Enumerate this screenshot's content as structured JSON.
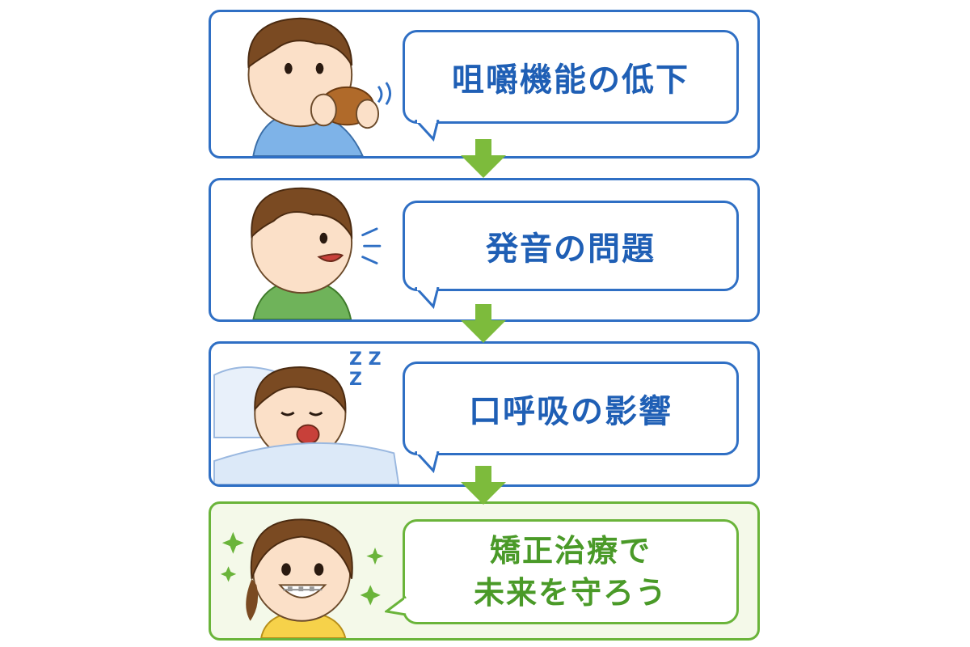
{
  "steps": [
    {
      "text": "咀嚼機能の低下",
      "icon": "child-chewing-icon"
    },
    {
      "text": "発音の問題",
      "icon": "child-speaking-icon"
    },
    {
      "text": "口呼吸の影響",
      "icon": "child-sleeping-mouth-open-icon"
    }
  ],
  "conclusion": {
    "line1": "矯正治療で",
    "line2": "未来を守ろう",
    "icon": "child-braces-smile-icon"
  },
  "sleep_text": "Z Z Z",
  "colors": {
    "blue": "#2f6fc4",
    "text_blue": "#1f5fb5",
    "green": "#6ab43a",
    "arrow_green": "#7dbb3c"
  }
}
